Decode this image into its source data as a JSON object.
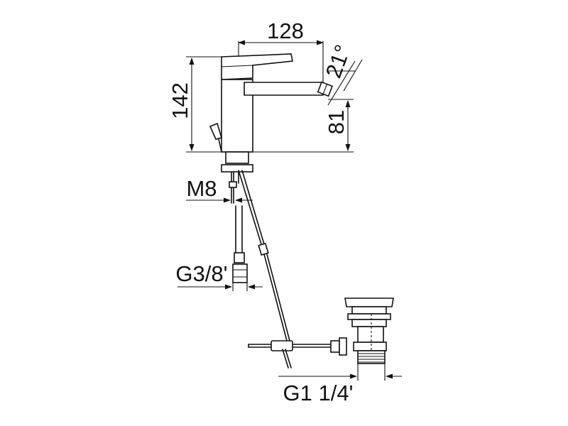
{
  "dimensions": {
    "spout_reach": "128",
    "height": "142",
    "aerator_angle": "21°",
    "spout_height": "81",
    "rod_thread": "M8",
    "hose_connection": "G3/8'",
    "waste_thread": "G1 1/4'"
  }
}
